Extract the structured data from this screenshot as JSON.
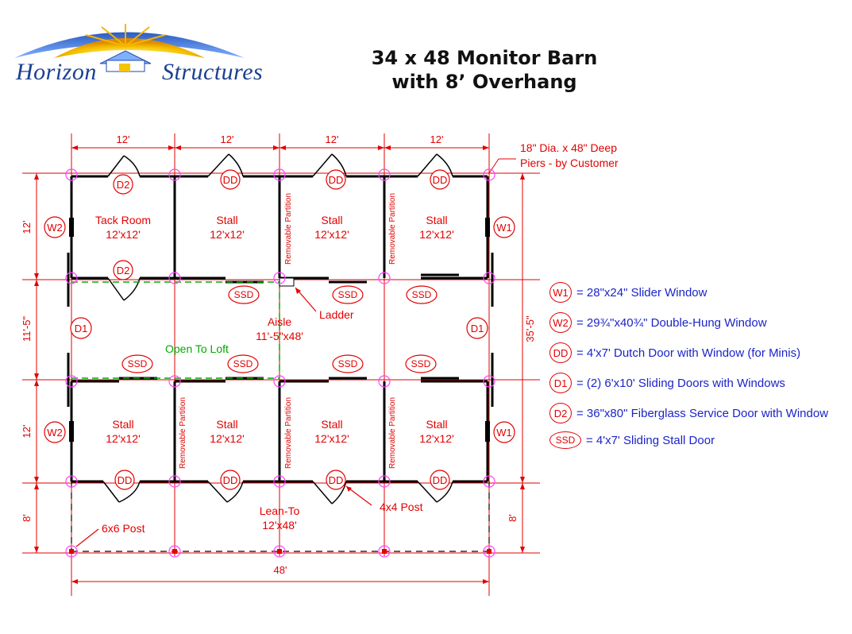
{
  "header": {
    "logo": {
      "word1": "Horizon",
      "word2": "Structures",
      "colors": {
        "sun": "#f5b400",
        "sky": "#1f4aa8",
        "text": "#1b3f92"
      }
    },
    "title_line1": "34 x 48 Monitor Barn",
    "title_line2": "with 8’ Overhang"
  },
  "colors": {
    "walls": "#000000",
    "dimension": "#e30000",
    "label": "#e30000",
    "legend_text": "#1a24c8",
    "pier": "#ff44ff",
    "loft_line": "#00aa00"
  },
  "dimensions": {
    "top_segments": [
      "12'",
      "12'",
      "12'",
      "12'"
    ],
    "left": [
      "12'",
      "11'-5\"",
      "12'",
      "8'"
    ],
    "right_total": "35'-5\"",
    "right_lean_to": "8'",
    "bottom_total": "48'"
  },
  "rooms": {
    "tack_room": {
      "name": "Tack Room",
      "size": "12'x12'"
    },
    "stall_name": "Stall",
    "stall_size": "12'x12'",
    "aisle": {
      "name": "Aisle",
      "size": "11'-5\"x48'"
    },
    "lean_to": {
      "name": "Lean-To",
      "size": "12'x48'"
    }
  },
  "partition_label": "Removable Partition",
  "callouts": {
    "piers": {
      "line1": "18\" Dia. x 48\" Deep",
      "line2": "Piers - by Customer"
    },
    "ladder": "Ladder",
    "open_to_loft": "Open To Loft",
    "post_4x4": "4x4 Post",
    "post_6x6": "6x6 Post"
  },
  "symbols": {
    "w1": "W1",
    "w2": "W2",
    "dd": "DD",
    "d1": "D1",
    "d2": "D2",
    "ssd": "SSD"
  },
  "legend": [
    {
      "code": "W1",
      "text": "= 28\"x24\" Slider Window",
      "shape": "circle"
    },
    {
      "code": "W2",
      "text": "= 29¾\"x40¾\" Double-Hung Window",
      "shape": "circle"
    },
    {
      "code": "DD",
      "text": "= 4'x7' Dutch Door with Window (for Minis)",
      "shape": "circle"
    },
    {
      "code": "D1",
      "text": "= (2) 6'x10' Sliding Doors with Windows",
      "shape": "circle"
    },
    {
      "code": "D2",
      "text": "= 36\"x80\" Fiberglass Service Door with Window",
      "shape": "circle"
    },
    {
      "code": "SSD",
      "text": "= 4'x7' Sliding Stall Door",
      "shape": "oval"
    }
  ]
}
